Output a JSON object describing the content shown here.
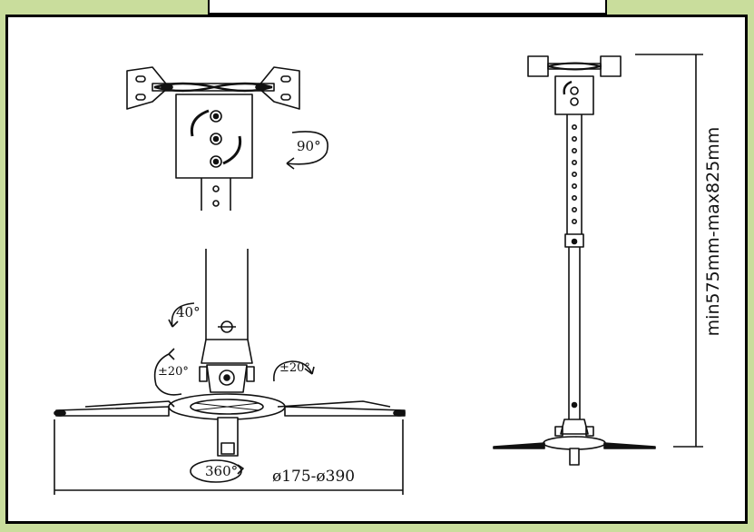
{
  "angles": {
    "swivel_top": "90°",
    "tilt": "40°",
    "roll_left": "±20°",
    "roll_right": "±20°",
    "rotate_bottom": "360°"
  },
  "dimensions": {
    "bracket_span": "ø175-ø390",
    "height_range": "min575mm-max825mm"
  },
  "colors": {
    "frame_background": "#c9dd9c",
    "sheet_background": "#ffffff",
    "line": "#111111"
  }
}
